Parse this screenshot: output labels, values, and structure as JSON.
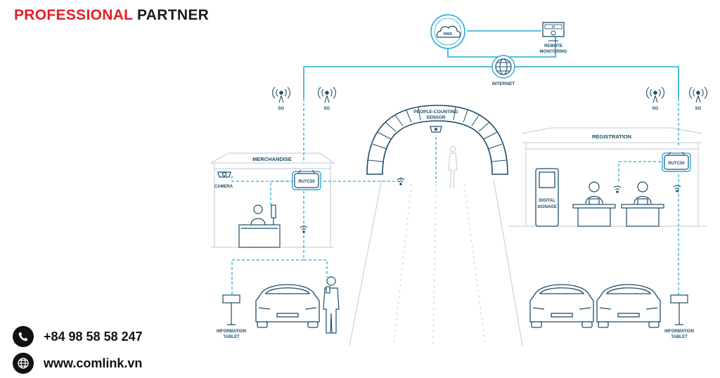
{
  "brand": {
    "word1": "PROFESSIONAL",
    "word2": "PARTNER",
    "color_primary": "#e41e26",
    "color_secondary": "#1c1c1c"
  },
  "contact": {
    "phone": {
      "icon": "phone-icon",
      "text": "+84 98 58 58 247"
    },
    "web": {
      "icon": "globe-icon",
      "text": "www.comlink.vn"
    }
  },
  "diagram": {
    "colors": {
      "line": "#29a9d6",
      "outline": "#1d4d6b",
      "structure": "#c9d3da"
    },
    "labels": {
      "rms": "RMS",
      "remote_monitoring_1": "REMOTE",
      "remote_monitoring_2": "MONITORING",
      "internet": "INTERNET",
      "fiveg": "5G",
      "people_counting_1": "PEOPLE-COUNTING",
      "people_counting_2": "SENSOR",
      "merchandise": "MERCHANDISE",
      "registration": "REGISTRATION",
      "camera": "CAMERA",
      "router": "RUTC50",
      "digital_signage_1": "DIGITAL",
      "digital_signage_2": "SIGNAGE",
      "info_tablet_1": "INFORMATION",
      "info_tablet_2": "TABLET"
    }
  }
}
